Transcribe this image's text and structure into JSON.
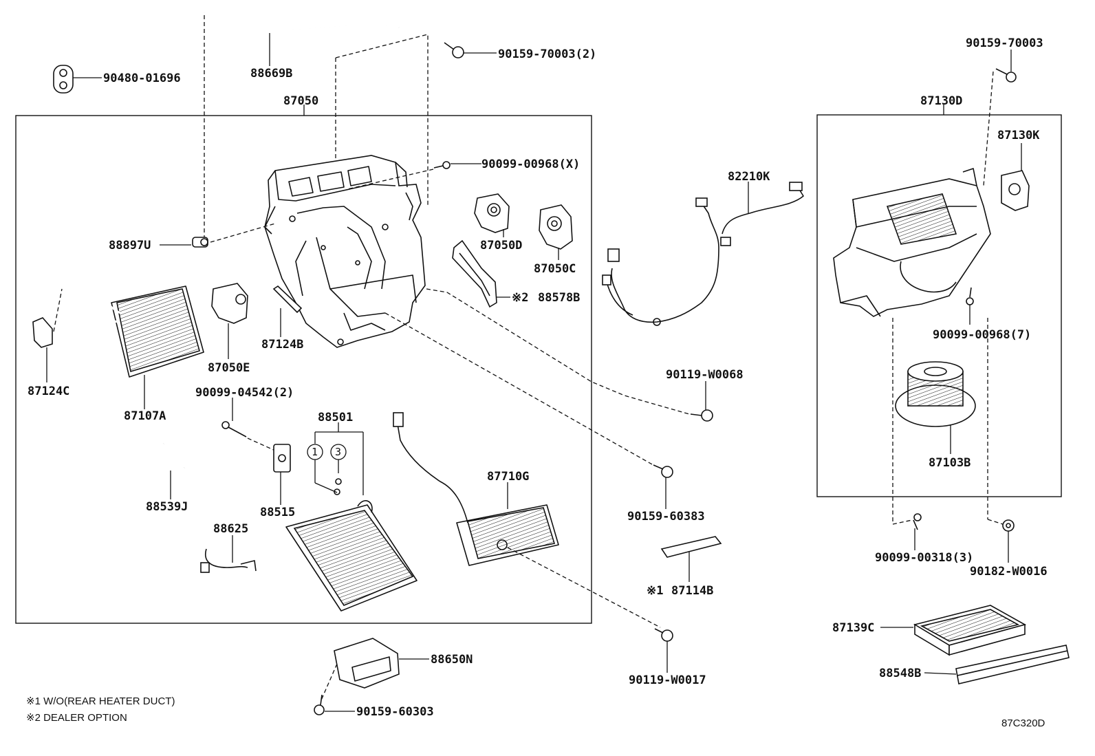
{
  "diagram": {
    "code": "87C320D",
    "notes": [
      "※1 W/O(REAR HEATER DUCT)",
      "※2 DEALER OPTION"
    ],
    "assemblies": {
      "left_box_label": "87050",
      "right_box_label": "87130D"
    },
    "parts": [
      {
        "id": "p1",
        "number": "90480-01696"
      },
      {
        "id": "p2",
        "number": "88669B"
      },
      {
        "id": "p3",
        "number": "90159-70003(2)"
      },
      {
        "id": "p4",
        "number": "90099-00968(X)"
      },
      {
        "id": "p5",
        "number": "88897U"
      },
      {
        "id": "p6",
        "number": "87050D"
      },
      {
        "id": "p7",
        "number": "87050C"
      },
      {
        "id": "p8",
        "number": "88578B",
        "marker": "※2"
      },
      {
        "id": "p9",
        "number": "87124B"
      },
      {
        "id": "p10",
        "number": "87050E"
      },
      {
        "id": "p11",
        "number": "87124C"
      },
      {
        "id": "p12",
        "number": "87107A"
      },
      {
        "id": "p13",
        "number": "90099-04542(2)"
      },
      {
        "id": "p14",
        "number": "88501"
      },
      {
        "id": "p15",
        "number": "88539J"
      },
      {
        "id": "p16",
        "number": "88515"
      },
      {
        "id": "p17",
        "number": "87710G"
      },
      {
        "id": "p18",
        "number": "88625"
      },
      {
        "id": "p19",
        "number": "82210K"
      },
      {
        "id": "p20",
        "number": "90119-W0068"
      },
      {
        "id": "p21",
        "number": "90159-60383"
      },
      {
        "id": "p22",
        "number": "87114B",
        "marker": "※1"
      },
      {
        "id": "p23",
        "number": "90119-W0017"
      },
      {
        "id": "p24",
        "number": "88650N"
      },
      {
        "id": "p25",
        "number": "90159-60303"
      },
      {
        "id": "p26",
        "number": "90159-70003"
      },
      {
        "id": "p27",
        "number": "87130K"
      },
      {
        "id": "p28",
        "number": "90099-00968(7)"
      },
      {
        "id": "p29",
        "number": "87103B"
      },
      {
        "id": "p30",
        "number": "90099-00318(3)"
      },
      {
        "id": "p31",
        "number": "90182-W0016"
      },
      {
        "id": "p32",
        "number": "87139C"
      },
      {
        "id": "p33",
        "number": "88548B"
      }
    ],
    "callouts": [
      "1",
      "3"
    ]
  }
}
